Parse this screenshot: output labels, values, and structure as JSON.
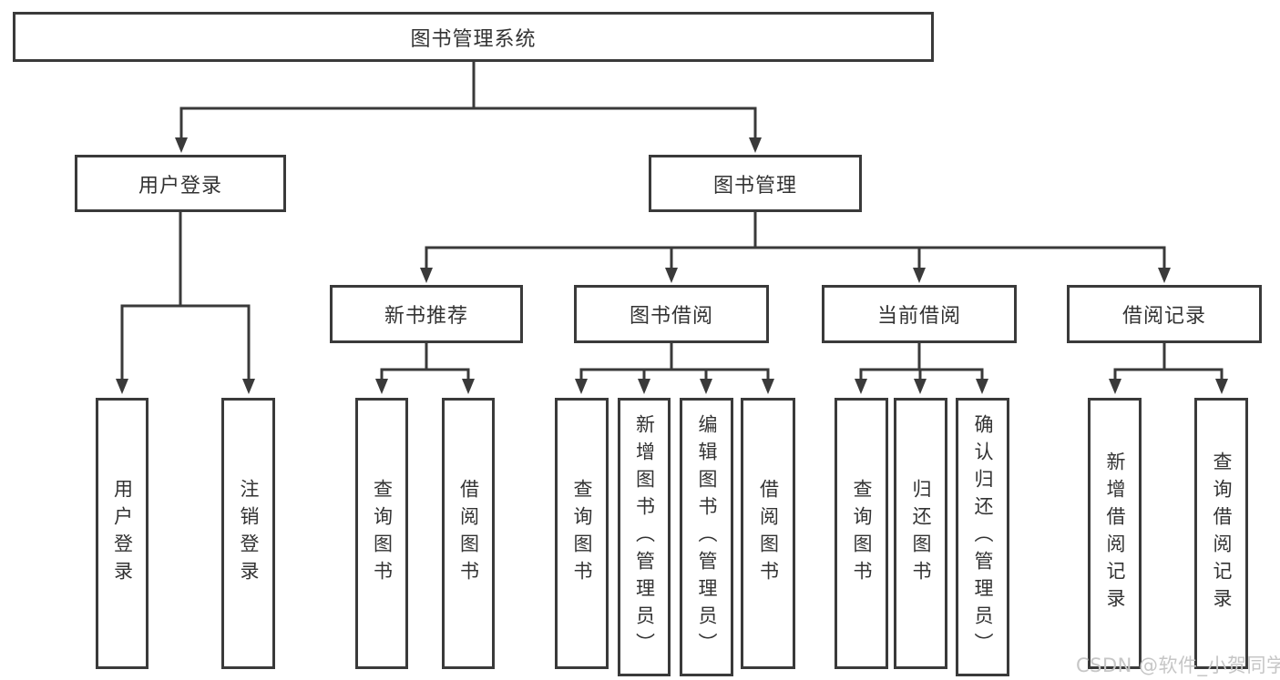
{
  "diagram": {
    "root": {
      "label": "图书管理系统"
    },
    "level2": {
      "user_login": {
        "label": "用户登录"
      },
      "book_mgmt": {
        "label": "图书管理"
      }
    },
    "level3": {
      "new_book_rec": {
        "label": "新书推荐"
      },
      "book_borrow": {
        "label": "图书借阅"
      },
      "current_borrow": {
        "label": "当前借阅"
      },
      "borrow_record": {
        "label": "借阅记录"
      }
    },
    "leaves": {
      "user_login": {
        "label": "用户登录"
      },
      "logout": {
        "label": "注销登录"
      },
      "query_book_rec": {
        "label": "查询图书"
      },
      "borrow_book_rec": {
        "label": "借阅图书"
      },
      "query_book_borrow": {
        "label": "查询图书"
      },
      "add_book": {
        "label": "新增图书（管理员）"
      },
      "edit_book": {
        "label": "编辑图书（管理员）"
      },
      "borrow_book_borrow": {
        "label": "借阅图书"
      },
      "query_book_current": {
        "label": "查询图书"
      },
      "return_book": {
        "label": "归还图书"
      },
      "confirm_return": {
        "label": "确认归还（管理员）"
      },
      "add_borrow_record": {
        "label": "新增借阅记录"
      },
      "query_borrow_record": {
        "label": "查询借阅记录"
      }
    },
    "watermark": "CSDN @软件_小贺同学",
    "colors": {
      "line": "#3a3a3a",
      "text": "#333333",
      "watermark": "#c6c6c6",
      "background": "#ffffff"
    }
  }
}
